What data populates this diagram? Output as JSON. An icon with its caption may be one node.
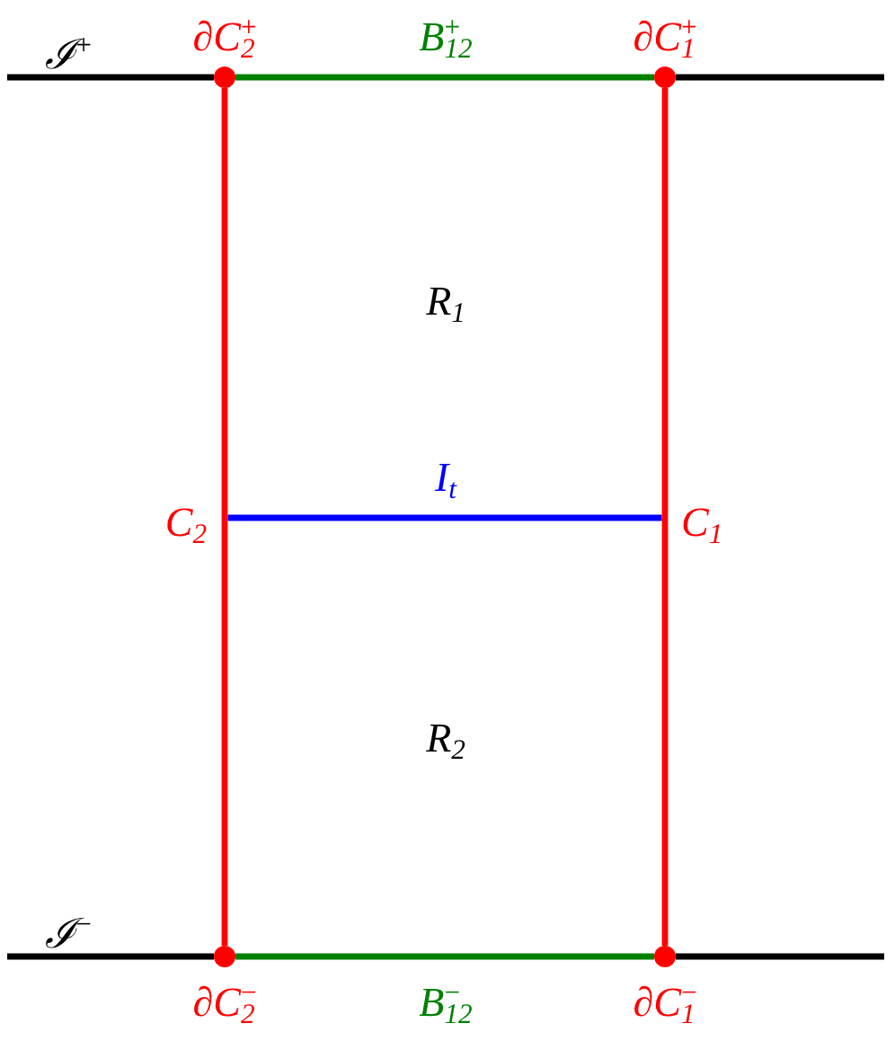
{
  "diagram": {
    "nodes": [
      {
        "text": [],
        "shape": "circle",
        "beside": [
          "∂C$_{2}$$^{+}$"
        ]
      },
      {
        "text": [],
        "shape": "circle",
        "beside": [
          "∂C$_{1}$$^{+}$"
        ]
      },
      {
        "text": [],
        "shape": "circle",
        "beside": [
          "∂C$_{2}$$^{−}$"
        ]
      },
      {
        "text": [],
        "shape": "circle",
        "beside": [
          "∂C$_{1}$$^{−}$"
        ]
      }
    ],
    "edges": [
      {
        "from": 0,
        "to": 1,
        "arrow": "none",
        "label": "B$_{12}$$^{+}$",
        "color": "#008000"
      },
      {
        "from": 0,
        "to": 2,
        "arrow": "none",
        "label": "C$_{2}$",
        "color": "#ff0000"
      },
      {
        "from": 1,
        "to": 3,
        "arrow": "none",
        "label": "C$_{1}$",
        "color": "#ff0000"
      },
      {
        "from": 2,
        "to": 3,
        "arrow": "none",
        "label": "B$_{12}$$^{−}$",
        "color": "#008000"
      }
    ],
    "labels": [
      "ℐ$^{+}$",
      "R$_{1}$",
      "I$_{t}$",
      "R$_{2}$",
      "ℐ$^{−}$"
    ]
  }
}
